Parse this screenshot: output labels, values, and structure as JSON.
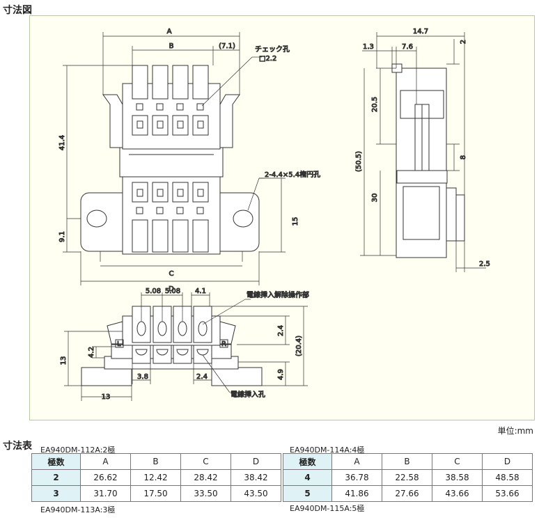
{
  "titles": {
    "drawing": "寸法図",
    "table": "寸法表"
  },
  "unit": "単位:mm",
  "dims": {
    "A": "A",
    "B": "B",
    "C": "C",
    "D": "D",
    "b71": "(7.1)",
    "check": "チェック孔",
    "check_size": "□2.2",
    "h414": "41.4",
    "h91": "9.1",
    "h15": "15",
    "hole": "2-4.4×5.4楕円孔",
    "s147": "14.7",
    "s13": "1.3",
    "s76": "7.6",
    "s2": "2",
    "s205": "20.5",
    "s505": "(50.5)",
    "s8": "8",
    "s30": "30",
    "s25": "2.5",
    "b508a": "5.08",
    "b508b": "5.08",
    "b41": "4.1",
    "release": "電線挿入解除操作部",
    "b24a": "2.4",
    "b204": "(20.4)",
    "b42": "4.2",
    "b13v": "13",
    "b49": "4.9",
    "b38": "3.8",
    "b24b": "2.4",
    "b13h": "13",
    "insert": "電線挿入孔",
    "L": "L",
    "R": "R"
  },
  "captions": {
    "t112": "EA940DM-112A:2極",
    "t113": "EA940DM-113A:3極",
    "t114": "EA940DM-114A:4極",
    "t115": "EA940DM-115A:5極"
  },
  "table": {
    "headers": [
      "極数",
      "A",
      "B",
      "C",
      "D"
    ],
    "left": [
      [
        "2",
        "26.62",
        "12.42",
        "28.42",
        "38.42"
      ],
      [
        "3",
        "31.70",
        "17.50",
        "33.50",
        "43.50"
      ]
    ],
    "right": [
      [
        "4",
        "36.78",
        "22.58",
        "38.58",
        "48.58"
      ],
      [
        "5",
        "41.86",
        "27.66",
        "43.66",
        "53.66"
      ]
    ]
  }
}
